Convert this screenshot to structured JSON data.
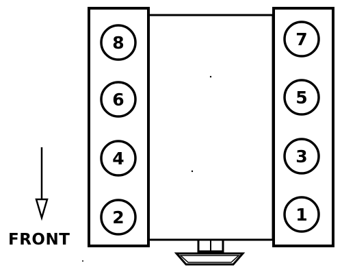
{
  "diagram": {
    "front_label": "FRONT",
    "left_bank": {
      "cylinders": [
        "8",
        "6",
        "4",
        "2"
      ]
    },
    "right_bank": {
      "cylinders": [
        "7",
        "5",
        "3",
        "1"
      ]
    }
  },
  "colors": {
    "line": "#000000",
    "background": "#ffffff"
  }
}
